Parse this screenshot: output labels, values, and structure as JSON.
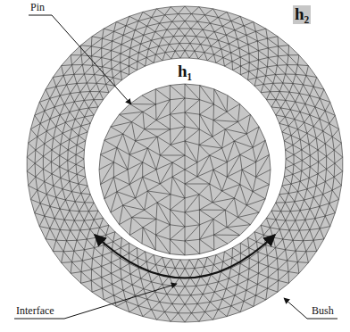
{
  "diagram": {
    "labels": [
      "Pin",
      "h₁",
      "h₂",
      "Interface",
      "Bush"
    ]
  }
}
